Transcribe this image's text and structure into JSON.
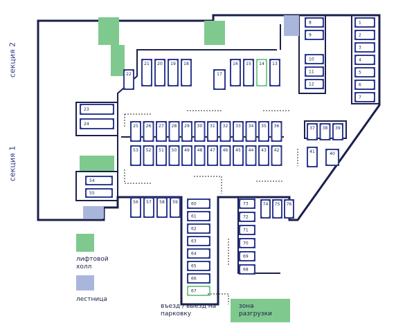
{
  "colors": {
    "wall": "#1a1f4a",
    "spot": "#2e3b8f",
    "spot_inner": "#ffffff",
    "lift": "#7fc98f",
    "stair": "#a9b6dc",
    "highlight": "#7fc98f"
  },
  "sections": [
    {
      "label": "секция 2"
    },
    {
      "label": "секция 1"
    }
  ],
  "legend": {
    "lift": "лифтовой холл",
    "stair": "лестница"
  },
  "entrance_label": "въезд / выезд на парковку",
  "unloading_label": "зона разгрузки",
  "spots": [
    {
      "n": "1"
    },
    {
      "n": "2"
    },
    {
      "n": "3"
    },
    {
      "n": "4"
    },
    {
      "n": "5"
    },
    {
      "n": "6"
    },
    {
      "n": "7"
    },
    {
      "n": "8"
    },
    {
      "n": "9"
    },
    {
      "n": "10"
    },
    {
      "n": "11"
    },
    {
      "n": "12"
    },
    {
      "n": "13"
    },
    {
      "n": "14"
    },
    {
      "n": "15"
    },
    {
      "n": "16"
    },
    {
      "n": "17"
    },
    {
      "n": "18"
    },
    {
      "n": "19"
    },
    {
      "n": "20"
    },
    {
      "n": "21"
    },
    {
      "n": "22"
    },
    {
      "n": "23"
    },
    {
      "n": "24"
    },
    {
      "n": "25"
    },
    {
      "n": "26"
    },
    {
      "n": "27"
    },
    {
      "n": "28"
    },
    {
      "n": "29"
    },
    {
      "n": "30"
    },
    {
      "n": "31"
    },
    {
      "n": "32"
    },
    {
      "n": "33"
    },
    {
      "n": "34"
    },
    {
      "n": "35"
    },
    {
      "n": "36"
    },
    {
      "n": "37"
    },
    {
      "n": "38"
    },
    {
      "n": "39"
    },
    {
      "n": "40"
    },
    {
      "n": "41"
    },
    {
      "n": "42"
    },
    {
      "n": "43"
    },
    {
      "n": "44"
    },
    {
      "n": "45"
    },
    {
      "n": "46"
    },
    {
      "n": "47"
    },
    {
      "n": "48"
    },
    {
      "n": "49"
    },
    {
      "n": "50"
    },
    {
      "n": "51"
    },
    {
      "n": "52"
    },
    {
      "n": "53"
    },
    {
      "n": "54"
    },
    {
      "n": "55"
    },
    {
      "n": "56"
    },
    {
      "n": "57"
    },
    {
      "n": "58"
    },
    {
      "n": "59"
    },
    {
      "n": "60"
    },
    {
      "n": "61"
    },
    {
      "n": "62"
    },
    {
      "n": "63"
    },
    {
      "n": "64"
    },
    {
      "n": "65"
    },
    {
      "n": "66"
    },
    {
      "n": "67"
    },
    {
      "n": "68"
    },
    {
      "n": "69"
    },
    {
      "n": "70"
    },
    {
      "n": "71"
    },
    {
      "n": "72"
    },
    {
      "n": "73"
    },
    {
      "n": "74"
    },
    {
      "n": "75"
    },
    {
      "n": "76"
    }
  ]
}
